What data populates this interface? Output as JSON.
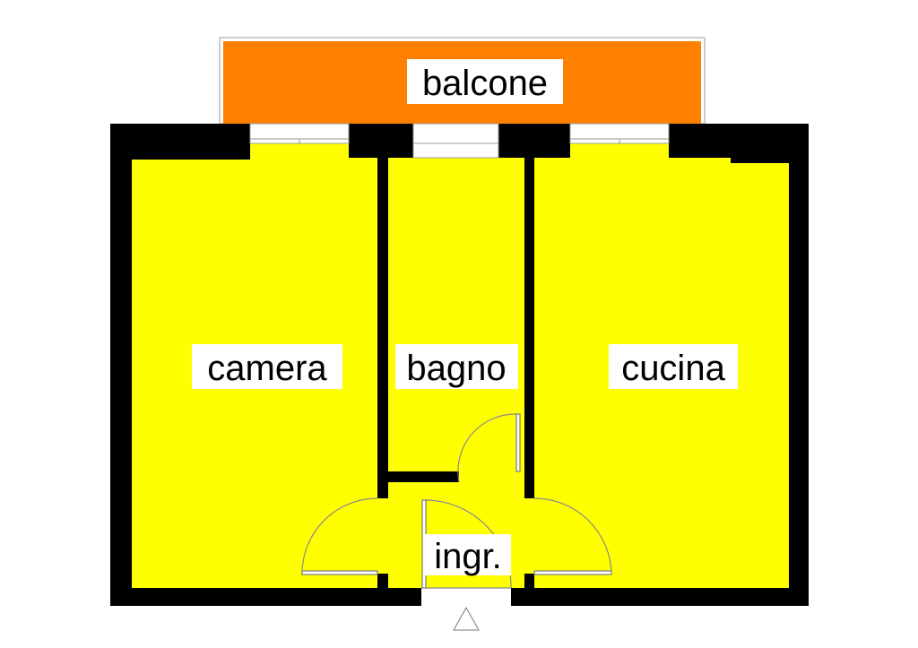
{
  "rooms": {
    "balcone": "balcone",
    "camera": "camera",
    "bagno": "bagno",
    "cucina": "cucina",
    "ingresso": "ingr."
  },
  "colors": {
    "balcony": "#ff8000",
    "room": "#ffff00",
    "wall": "#000000",
    "background": "#ffffff"
  },
  "icons": {
    "entrance": "entrance-arrow-icon"
  }
}
